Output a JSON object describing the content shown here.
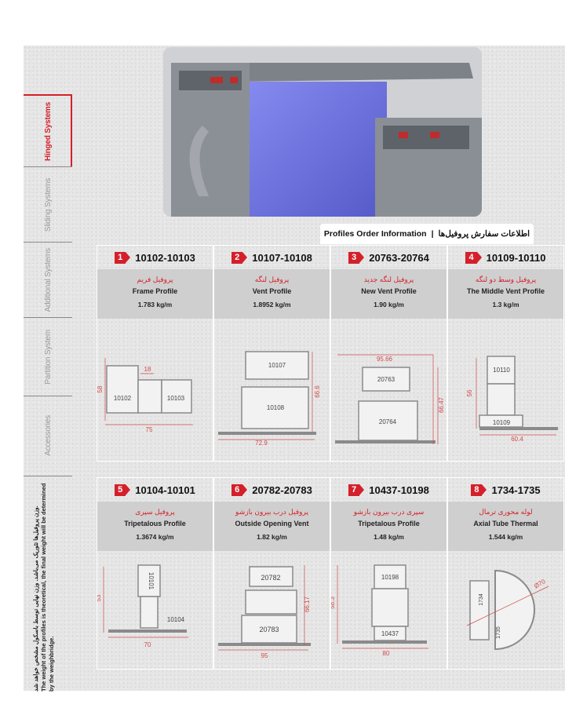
{
  "sidebar": {
    "tabs": [
      {
        "label": "Hinged Systems",
        "active": true
      },
      {
        "label": "Sliding Systems",
        "active": false
      },
      {
        "label": "Additional Systems",
        "active": false
      },
      {
        "label": "Partition System",
        "active": false
      },
      {
        "label": "Accessories",
        "active": false
      }
    ],
    "note_fa": "وزن پروفیل‌ها تئوریک می‌باشد. وزن نهایی توسط باسکول مشخص خواهد شد.",
    "note_en": "The weight of the profiles is theoretical, the final weight will be determined by the weighbridge."
  },
  "section": {
    "title_en": "Profiles Order Information",
    "separator": "|",
    "title_fa": "اطلاعات سفارش پروفیل‌ها"
  },
  "colors": {
    "accent": "#d4202a",
    "band": "#cfcfcf"
  },
  "profiles": [
    {
      "num": "1",
      "code": "10102-10103",
      "fa": "پروفیل فریم",
      "en": "Frame Profile",
      "weight": "1.783 kg/m",
      "labels": [
        "10102",
        "10103",
        "58",
        "18",
        "75"
      ]
    },
    {
      "num": "2",
      "code": "10107-10108",
      "fa": "پروفیل لنگه",
      "en": "Vent Profile",
      "weight": "1.8952 kg/m",
      "labels": [
        "10107",
        "10108",
        "66.6",
        "72.9"
      ]
    },
    {
      "num": "3",
      "code": "20763-20764",
      "fa": "پروفیل لنگه جدید",
      "en": "New Vent Profile",
      "weight": "1.90 kg/m",
      "labels": [
        "20763",
        "20764",
        "95.66",
        "66.47"
      ]
    },
    {
      "num": "4",
      "code": "10109-10110",
      "fa": "پروفیل وسط دو لنگه",
      "en": "The Middle Vent Profile",
      "weight": "1.3 kg/m",
      "labels": [
        "10110",
        "10109",
        "56",
        "60.4"
      ]
    },
    {
      "num": "5",
      "code": "10104-10101",
      "fa": "پروفیل سپری",
      "en": "Tripetalous Profile",
      "weight": "1.3674 kg/m",
      "labels": [
        "10101",
        "10104",
        "53",
        "70"
      ]
    },
    {
      "num": "6",
      "code": "20782-20783",
      "fa": "پروفیل درب بیرون بازشو",
      "en": "Outside Opening Vent",
      "weight": "1.82 kg/m",
      "labels": [
        "20782",
        "20783",
        "66.17",
        "95"
      ]
    },
    {
      "num": "7",
      "code": "10437-10198",
      "fa": "سپری درب بیرون بازشو",
      "en": "Tripetalous Profile",
      "weight": "1.48 kg/m",
      "labels": [
        "10198",
        "10437",
        "58.3",
        "80"
      ]
    },
    {
      "num": "8",
      "code": "1734-1735",
      "fa": "لوله محوری ترمال",
      "en": "Axial Tube Thermal",
      "weight": "1.544 kg/m",
      "labels": [
        "1734",
        "1735",
        "Ø70"
      ]
    }
  ]
}
